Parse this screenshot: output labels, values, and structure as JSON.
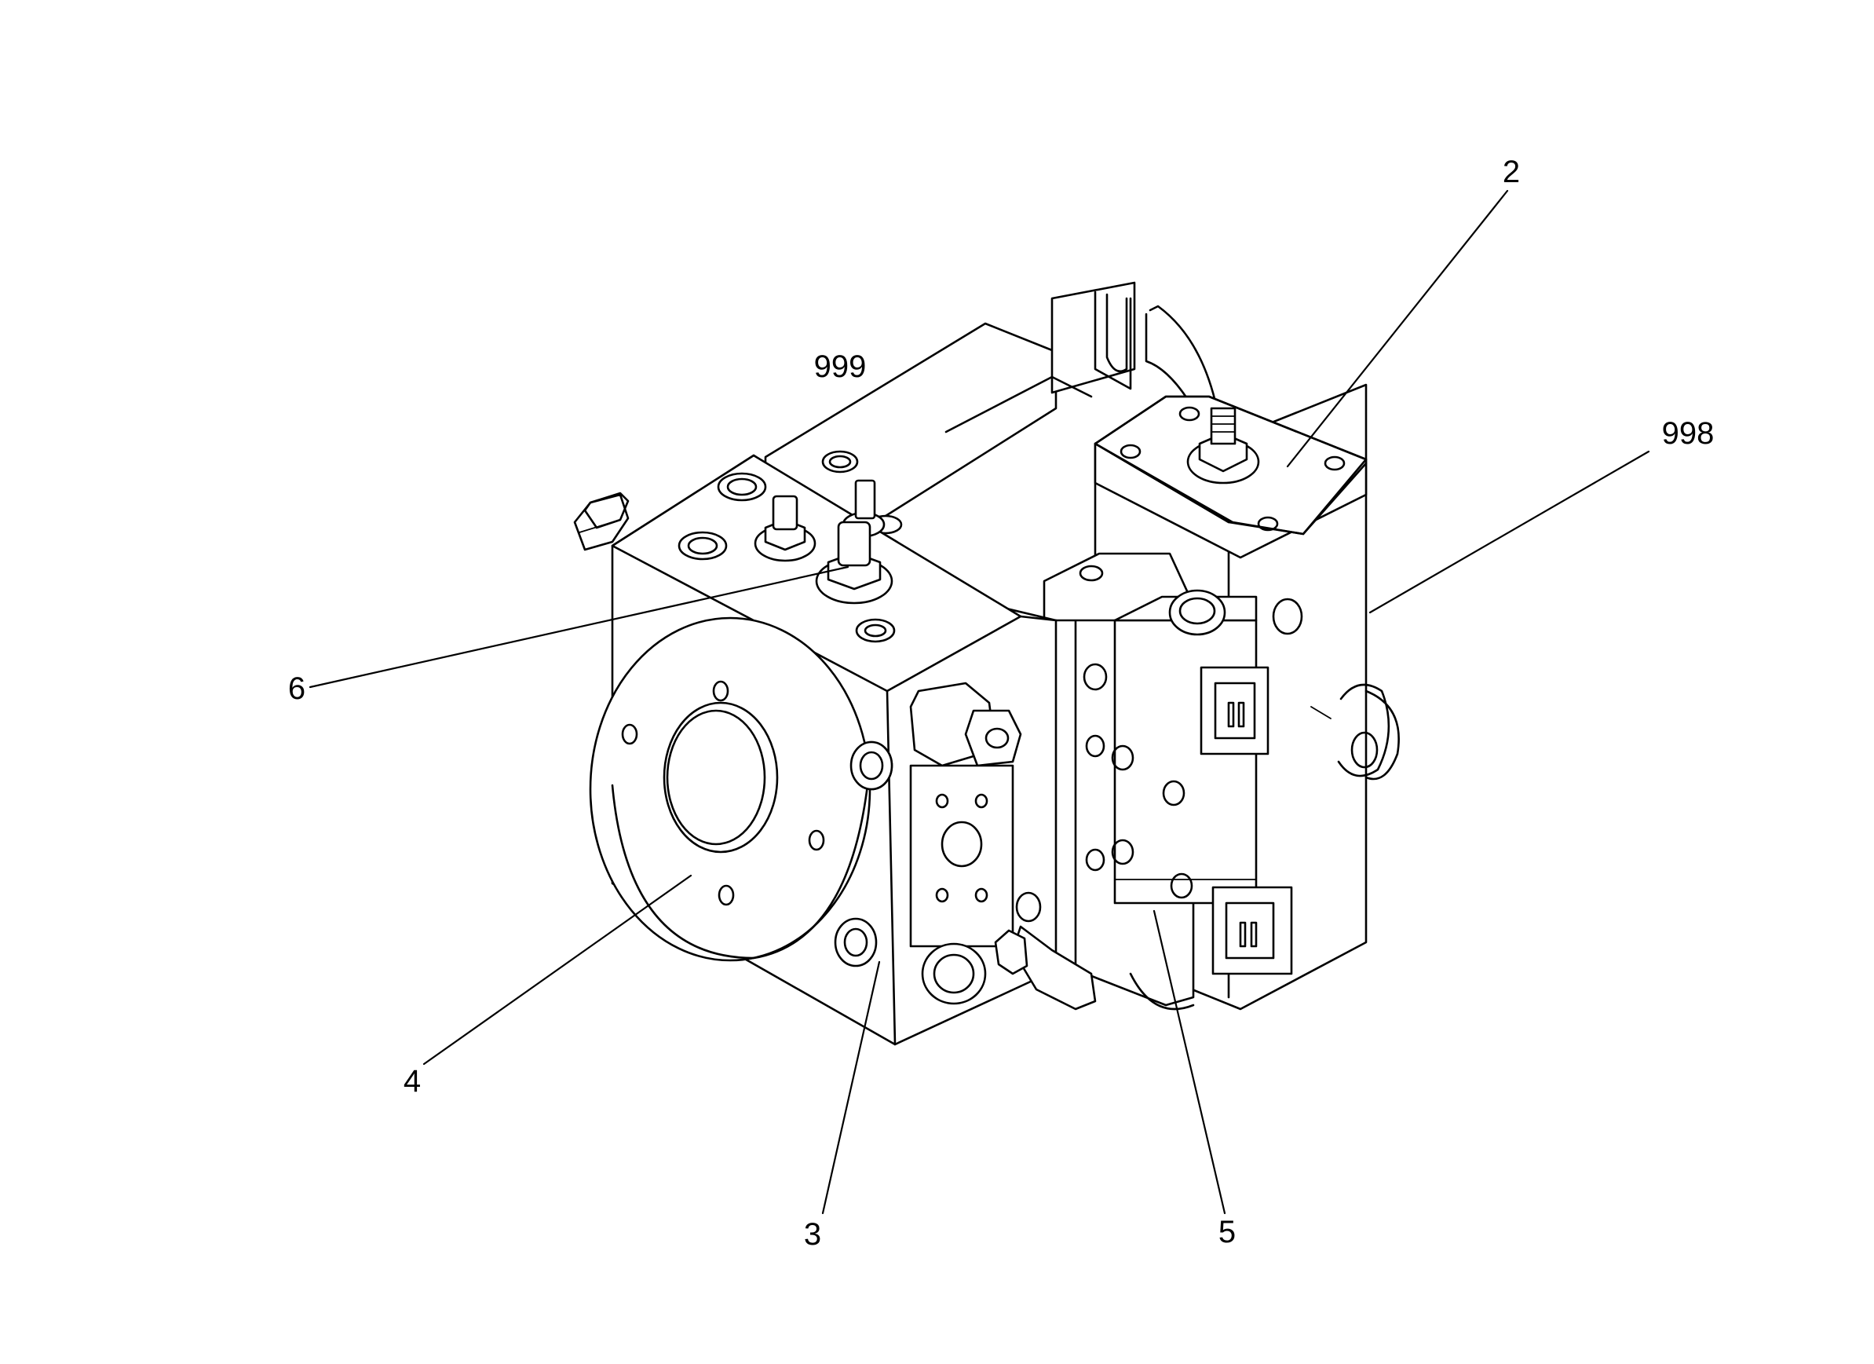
{
  "callouts": [
    {
      "id": "2",
      "label": "2"
    },
    {
      "id": "998",
      "label": "998"
    },
    {
      "id": "999",
      "label": "999"
    },
    {
      "id": "6",
      "label": "6"
    },
    {
      "id": "4",
      "label": "4"
    },
    {
      "id": "3",
      "label": "3"
    },
    {
      "id": "5",
      "label": "5"
    }
  ]
}
